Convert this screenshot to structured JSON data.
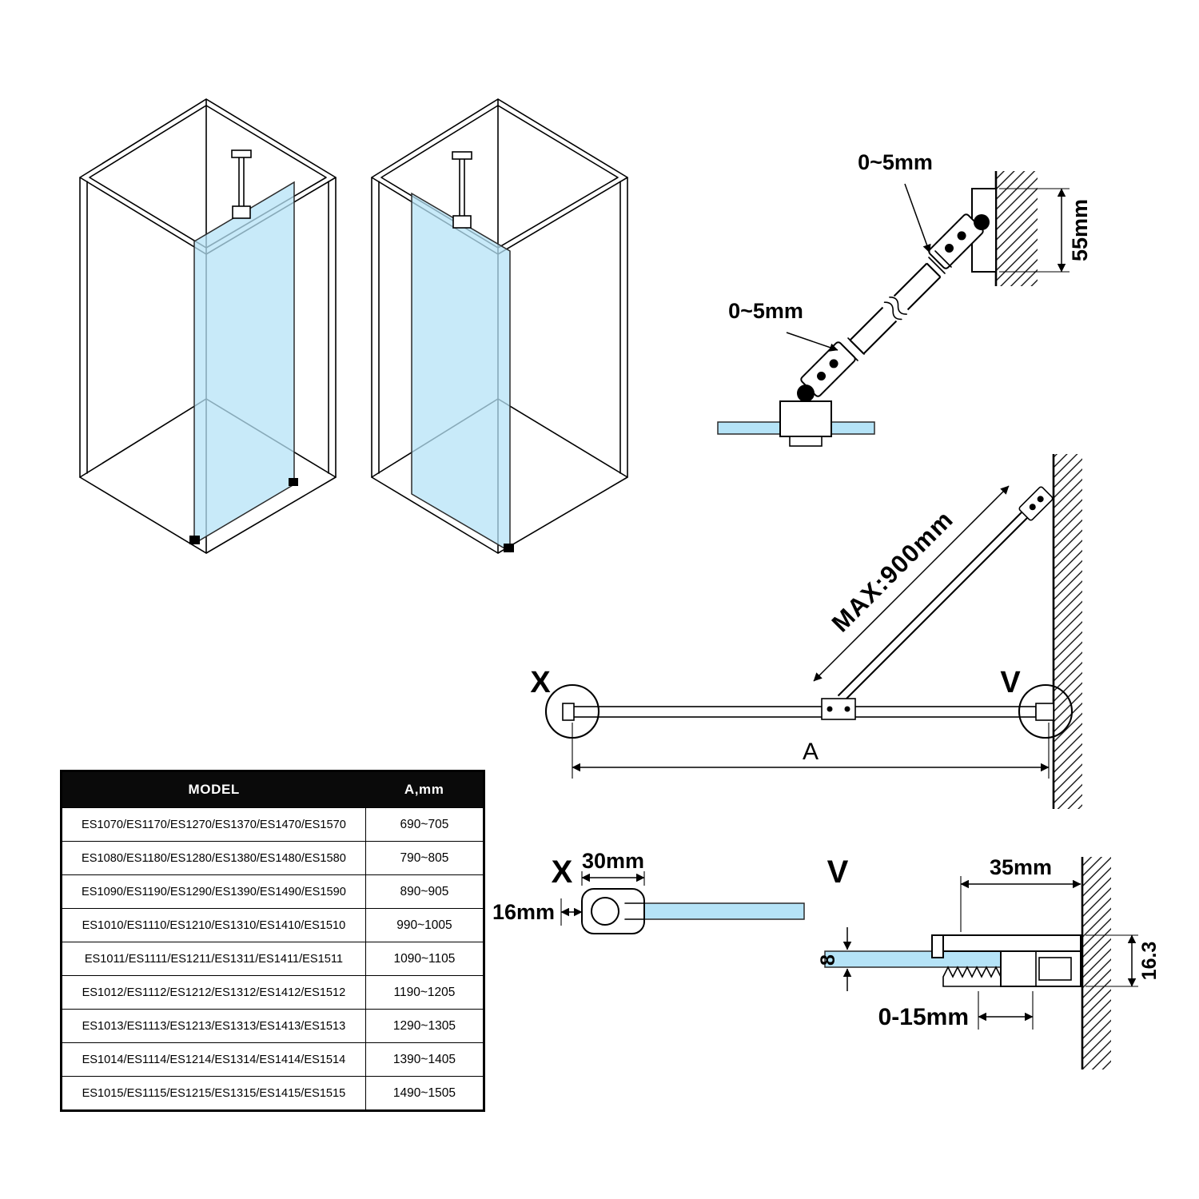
{
  "colors": {
    "glass": "#b5e3f7",
    "line": "#000000",
    "table_header_bg": "#0a0a0a",
    "table_header_text": "#ffffff"
  },
  "bracket_detail": {
    "gap_top_label": "0~5mm",
    "gap_mid_label": "0~5mm",
    "plate_height_label": "55mm"
  },
  "plan_view": {
    "max_length_label": "MAX:900mm",
    "x_marker": "X",
    "v_marker": "V",
    "width_label": "A"
  },
  "detail_x": {
    "title": "X",
    "width_label": "30mm",
    "depth_label": "16mm"
  },
  "detail_v": {
    "title": "V",
    "width_label": "35mm",
    "height_label": "16.3",
    "glass_thickness_label": "8",
    "adjust_label": "0-15mm"
  },
  "table": {
    "headers": {
      "model": "MODEL",
      "a": "A,mm"
    },
    "rows": [
      {
        "model": "ES1070/ES1170/ES1270/ES1370/ES1470/ES1570",
        "a": "690~705"
      },
      {
        "model": "ES1080/ES1180/ES1280/ES1380/ES1480/ES1580",
        "a": "790~805"
      },
      {
        "model": "ES1090/ES1190/ES1290/ES1390/ES1490/ES1590",
        "a": "890~905"
      },
      {
        "model": "ES1010/ES1110/ES1210/ES1310/ES1410/ES1510",
        "a": "990~1005"
      },
      {
        "model": "ES1011/ES1111/ES1211/ES1311/ES1411/ES1511",
        "a": "1090~1105"
      },
      {
        "model": "ES1012/ES1112/ES1212/ES1312/ES1412/ES1512",
        "a": "1190~1205"
      },
      {
        "model": "ES1013/ES1113/ES1213/ES1313/ES1413/ES1513",
        "a": "1290~1305"
      },
      {
        "model": "ES1014/ES1114/ES1214/ES1314/ES1414/ES1514",
        "a": "1390~1405"
      },
      {
        "model": "ES1015/ES1115/ES1215/ES1315/ES1415/ES1515",
        "a": "1490~1505"
      }
    ]
  }
}
